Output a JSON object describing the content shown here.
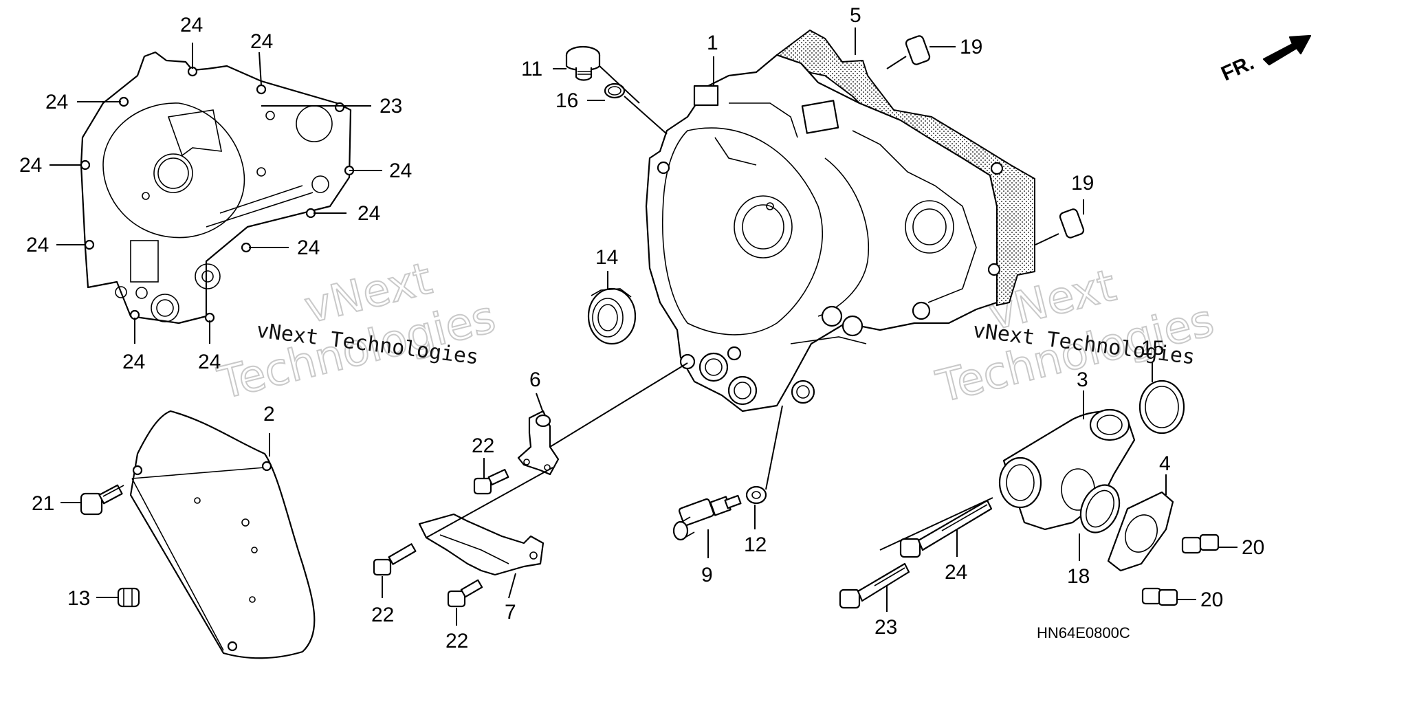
{
  "diagram": {
    "code": "HN64E0800C",
    "direction_label": "FR.",
    "watermark": {
      "line1": "vNext",
      "line2": "Technologies",
      "caption": "vNext Technologies"
    },
    "callouts": {
      "c1": "1",
      "c2": "2",
      "c3": "3",
      "c4": "4",
      "c5": "5",
      "c6": "6",
      "c7": "7",
      "c9": "9",
      "c11": "11",
      "c12": "12",
      "c13": "13",
      "c14": "14",
      "c15": "15",
      "c16": "16",
      "c18": "18",
      "c19": "19",
      "c20": "20",
      "c21": "21",
      "c22": "22",
      "c23": "23",
      "c24": "24"
    }
  }
}
